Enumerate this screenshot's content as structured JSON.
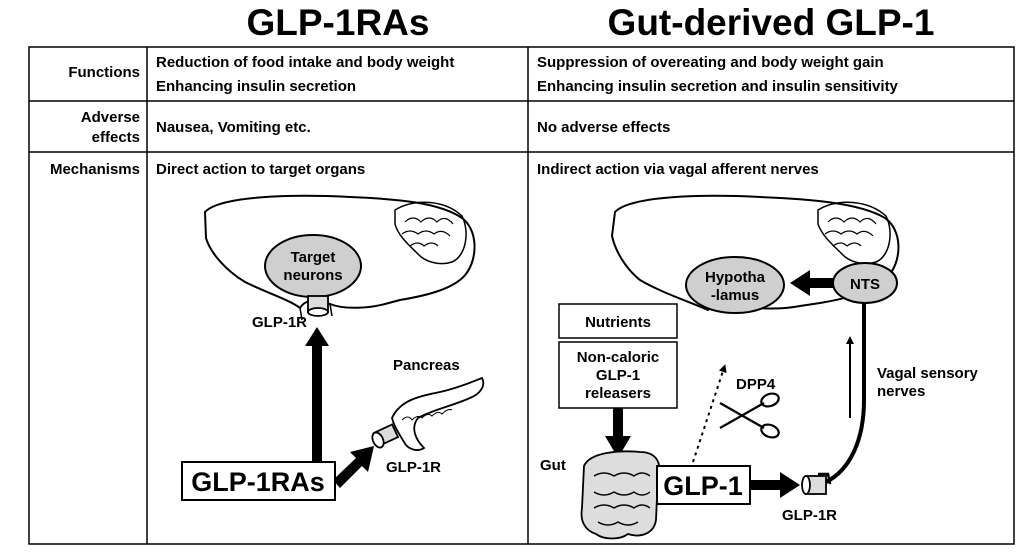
{
  "headers": {
    "left": "GLP-1RAs",
    "right": "Gut-derived GLP-1"
  },
  "row_labels": {
    "functions": "Functions",
    "adverse_line1": "Adverse",
    "adverse_line2": "effects",
    "mechanisms": "Mechanisms"
  },
  "glp1ras": {
    "functions_line1": "Reduction of food intake and body weight",
    "functions_line2": "Enhancing insulin secretion",
    "adverse": "Nausea, Vomiting etc.",
    "mechanism": "Direct action to target organs",
    "target_neurons_line1": "Target",
    "target_neurons_line2": "neurons",
    "receptor_brain": "GLP-1R",
    "pancreas": "Pancreas",
    "receptor_pancreas": "GLP-1R",
    "drug_box": "GLP-1RAs"
  },
  "gut_glp1": {
    "functions_line1": "Suppression of overeating and body weight gain",
    "functions_line2": "Enhancing insulin secretion and insulin sensitivity",
    "adverse": "No adverse effects",
    "mechanism": "Indirect action via vagal afferent nerves",
    "hypothalamus_line1": "Hypotha",
    "hypothalamus_line2": "-lamus",
    "nts": "NTS",
    "nutrients": "Nutrients",
    "releasers_line1": "Non-caloric",
    "releasers_line2": "GLP-1",
    "releasers_line3": "releasers",
    "dpp4": "DPP4",
    "vagal_line1": "Vagal sensory",
    "vagal_line2": "nerves",
    "gut": "Gut",
    "glp1_box": "GLP-1",
    "receptor_vagal": "GLP-1R"
  },
  "colors": {
    "ellipse_fill": "#cfcfcf",
    "gut_fill": "#dddddd",
    "line": "#000000"
  }
}
